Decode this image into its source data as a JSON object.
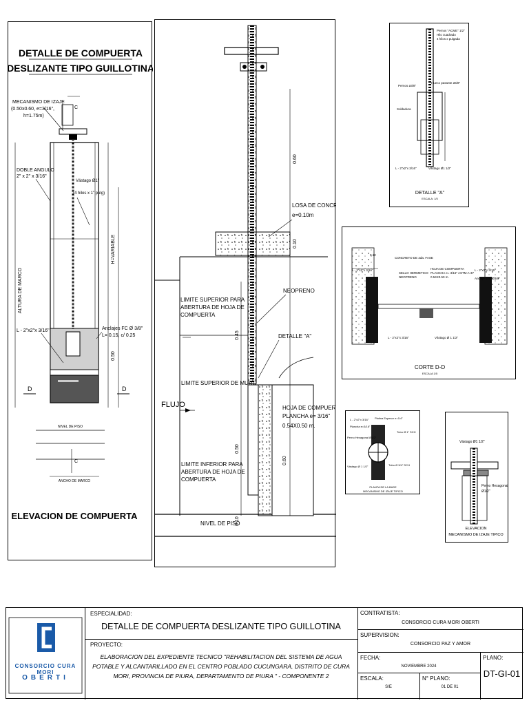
{
  "panel_left": {
    "title_line1": "DETALLE DE COMPUERTA",
    "title_line2": "DESLIZANTE TIPO GUILLOTINA",
    "footer_title": "ELEVACION DE COMPUERTA",
    "labels": {
      "mecanismo_1": "MECANISMO DE IZAJE",
      "mecanismo_2": "(0.50x0.60, e=3/16\",",
      "mecanismo_3": "h=1.75m)",
      "doble_1": "DOBLE ANGULO",
      "doble_2": "2\" x 2\" x 3/16\"",
      "vastago_1": "Vástago Ø1\"",
      "vastago_2": "(4 hilos x 1\" pulg)",
      "h_variable": "H=VARIABLE",
      "altura_marco": "ALTURA DE MARCO",
      "angle_l": "L - 2\"x2\"x 3/16\"",
      "anclajes_1": "Anclajes FC Ø 3/8\"",
      "anclajes_2": "L= 0.15, c/ 0.25",
      "nivel_piso": "NIVEL DE PISO",
      "ancho_marco": "ANCHO DE MARCO",
      "d_left": "D",
      "d_right": "D",
      "dim_050": "0.50",
      "c_top": "C",
      "c_bottom": "C"
    }
  },
  "panel_center": {
    "labels": {
      "losa_1": "LOSA DE CONCRETO",
      "losa_2": "e=0.10m",
      "neopreno": "NEOPRENO",
      "detalle_a": "DETALLE \"A\"",
      "limite_sup_1": "LIMITE SUPERIOR PARA",
      "limite_sup_2": "ABERTURA DE HOJA DE",
      "limite_sup_3": "COMPUERTA",
      "limite_muro": "LIMITE SUPERIOR DE MURO",
      "flujo": "FLUJO",
      "hoja_1": "HOJA DE COMPUERTA",
      "hoja_2": "PLANCHA e= 3/16\"",
      "hoja_3": "0.54X0.50 m.",
      "limite_inf_1": "LIMITE INFERIOR PARA",
      "limite_inf_2": "ABERTURA DE HOJA DE",
      "limite_inf_3": "COMPUERTA",
      "nivel_piso": "NIVEL DE PISO",
      "dim_060_top": "0.60",
      "dim_010_top": "0.10",
      "dim_045": "0.45",
      "dim_050": "0.50",
      "dim_060_bot": "0.60",
      "dim_010_bot": "0.10"
    }
  },
  "panel_detalle_a": {
    "title": "DETALLE \"A\"",
    "escala": "ESCALA: 1/5",
    "labels": {
      "pernos_1": "Pernos \"ACME\" 1/2\"",
      "pernos_2": "Hilo cuadrado",
      "pernos_3": "4 hilos x pulgada",
      "perno_left": "Pernos ø3/8\"",
      "hueco": "Hueco pasante ø5/8\"",
      "soldadura": "Soldadura",
      "angle": "L - 2\"x2\"x 3/16\"",
      "vastago": "Vástago Ø1 1/2\""
    }
  },
  "panel_corte": {
    "title": "CORTE D-D",
    "escala": "ESCALA 1/5",
    "labels": {
      "concreto": "CONCRETO DE 2da. FASE",
      "sello": "SELLO HERMETICO",
      "neopreno": "NEOPRENO",
      "hoja_1": "HOJA DE COMPUERTA",
      "hoja_2": "PLANCHA e= 3/16\" ASTM A-37",
      "hoja_3": "0.54X0.50 m.",
      "angle_left": "L - 2\"x2\"x 3/16\"",
      "angle_right": "L - 2\"x2\"x 3/16\"",
      "angle_bottom": "L - 2\"x2\"x 3/16\"",
      "anclaje": "Anclaje  Ø/R Ø3/8\"",
      "vastago": "Vástago Ø 1 1/2\"",
      "dim": "0.12"
    }
  },
  "panel_planta": {
    "title_1": "PLANTA DE LA BASE",
    "title_2": "MECANISMO DE IZAJE TIPICO",
    "labels": {
      "angle": "L - 2\"x2\"x 3/16\"",
      "platina": "Platina Espesor e=1/4\"",
      "plancha": "Plancha e=3/16\"",
      "perno_hex": "Perno Hexagonal Ø1/2\"",
      "tubo": "Tubo Ø 1\" SCH",
      "vastago": "Vástago Ø 1 1/2\"",
      "tubo2": "Tubo Ø 3/4\" SCH"
    }
  },
  "panel_mecanismo": {
    "title_1": "ELEVACION",
    "title_2": "MECANISMO DE IZAJE TIPICO",
    "labels": {
      "vastago": "Vástago Ø1 1/2\"",
      "perno_1": "Perno Hexagonal",
      "perno_2": "Ø1/2\""
    }
  },
  "title_block": {
    "logo_line1": "CONSORCIO CURA MORI",
    "logo_line2": "OBERTI",
    "especialidad_label": "ESPECIALIDAD:",
    "drawing_title": "DETALLE  DE  COMPUERTA DESLIZANTE  TIPO GUILLOTINA",
    "proyecto_label": "PROYECTO:",
    "proyecto_1": "ELABORACION DEL EXPEDIENTE TECNICO \"REHABILITACION DEL SISTEMA DE AGUA",
    "proyecto_2": "POTABLE Y ALCANTARILLADO EN EL CENTRO POBLADO CUCUNGARA, DISTRITO DE CURA",
    "proyecto_3": "MORI, PROVINCIA DE PIURA, DEPARTAMENTO DE PIURA \" - COMPONENTE 2",
    "contratista_label": "CONTRATISTA:",
    "contratista": "CONSORCIO CURA MORI OBERTI",
    "supervision_label": "SUPERVISION:",
    "supervision": "CONSORCIO PAZ Y AMOR",
    "fecha_label": "FECHA:",
    "fecha": "NOVIEMBRE 2024",
    "escala_label": "ESCALA:",
    "escala": "S/E",
    "nplano_label": "N° PLANO:",
    "nplano": "01 DE 01",
    "plano_label": "PLANO:",
    "plano": "DT-GI-01"
  }
}
